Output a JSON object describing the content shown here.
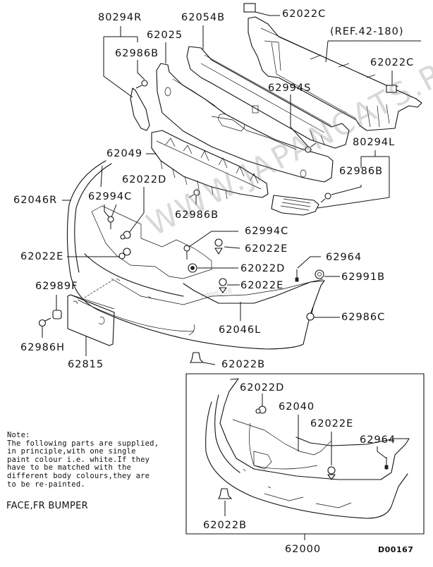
{
  "diagram": {
    "title": "FACE,FR BUMPER",
    "diagram_code": "D00167",
    "watermark": "WWW.JAPANCATS.RU",
    "watermark_small": "0909208",
    "note": {
      "heading": "Note:",
      "lines": [
        "The following parts are supplied,",
        "in principle,with one single",
        "paint colour i.e. white.If they",
        "have to be matched with the",
        "different body colours,they are",
        "to be re-painted."
      ]
    },
    "labels": {
      "p80294R": "80294R",
      "p62054B": "62054B",
      "p62022C_top": "62022C",
      "ref": "(REF.42-180)",
      "p62025": "62025",
      "p62986B_left": "62986B",
      "p62022C_right": "62022C",
      "p62994S": "62994S",
      "p80294L": "80294L",
      "p62049": "62049",
      "p62986B_right": "62986B",
      "p62022D_upper": "62022D",
      "p62046R": "62046R",
      "p62994C_left": "62994C",
      "p62986B_mid": "62986B",
      "p62994C_mid": "62994C",
      "p62022E_mid1": "62022E",
      "p62022E_left": "62022E",
      "p62964_upper": "62964",
      "p62022D_mid": "62022D",
      "p62991B": "62991B",
      "p62989F": "62989F",
      "p62022E_mid2": "62022E",
      "p62986C": "62986C",
      "p62046L": "62046L",
      "p62986H": "62986H",
      "p62815": "62815",
      "p62022B_upper": "62022B",
      "p62022D_inset": "62022D",
      "p62040": "62040",
      "p62022E_inset": "62022E",
      "p62964_inset": "62964",
      "p62022B_inset": "62022B",
      "p62000": "62000"
    }
  }
}
